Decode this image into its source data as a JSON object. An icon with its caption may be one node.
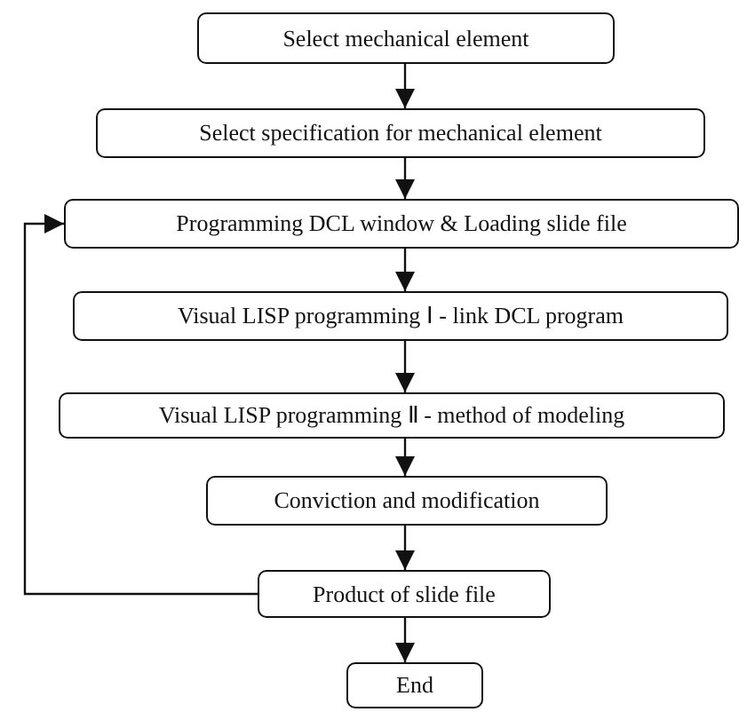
{
  "diagram": {
    "nodes": [
      {
        "text": [
          "Select mechanical element"
        ]
      },
      {
        "text": [
          "Select specification for mechanical element"
        ]
      },
      {
        "text": [
          "Programming DCL window & Loading slide file"
        ]
      },
      {
        "text": [
          "Visual LISP programming Ⅰ - link DCL program"
        ]
      },
      {
        "text": [
          "Visual LISP programming Ⅱ - method of modeling"
        ]
      },
      {
        "text": [
          "Conviction and modification"
        ]
      },
      {
        "text": [
          "Product of slide file"
        ]
      },
      {
        "text": [
          "End"
        ]
      }
    ],
    "edges": [
      {
        "from": 0,
        "to": 1,
        "arrow": "to"
      },
      {
        "from": 1,
        "to": 2,
        "arrow": "to"
      },
      {
        "from": 2,
        "to": 3,
        "arrow": "to"
      },
      {
        "from": 3,
        "to": 4,
        "arrow": "to"
      },
      {
        "from": 4,
        "to": 5,
        "arrow": "to"
      },
      {
        "from": 5,
        "to": 6,
        "arrow": "to"
      },
      {
        "from": 6,
        "to": 7,
        "arrow": "to"
      },
      {
        "from": 6,
        "to": 2,
        "arrow": "to"
      }
    ]
  }
}
